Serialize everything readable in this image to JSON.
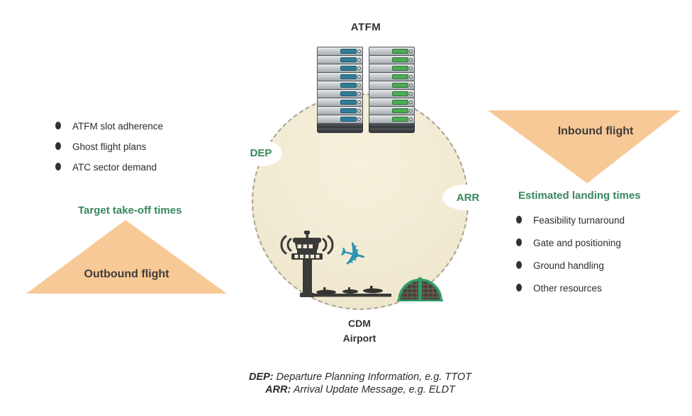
{
  "colors": {
    "orange": "#F7C996",
    "circle_fill": "#F2EBD4",
    "green": "#38875C",
    "rack_blue": "#2E7D9A",
    "rack_green": "#4BAE52",
    "plane_teal": "#2E93AE",
    "text_dark": "#333333"
  },
  "atfm": {
    "title": "ATFM"
  },
  "left_panel": {
    "bullets": [
      "ATFM slot adherence",
      "Ghost flight plans",
      "ATC sector demand"
    ],
    "highlight": "Target take-off times",
    "triangle_label": "Outbound flight"
  },
  "right_panel": {
    "triangle_label": "Inbound flight",
    "highlight": "Estimated landing times",
    "bullets": [
      "Feasibility turnaround",
      "Gate and positioning",
      "Ground handling",
      "Other resources"
    ]
  },
  "hub": {
    "dep_label": "DEP",
    "arr_label": "ARR",
    "cdm_line1": "CDM",
    "cdm_line2": "Airport"
  },
  "footnotes": [
    {
      "abbr": "DEP:",
      "text": "Departure Planning Information, e.g. TTOT"
    },
    {
      "abbr": "ARR:",
      "text": "Arrival Update Message, e.g. ELDT"
    }
  ],
  "icons": {
    "airplane_glyph": "✈"
  }
}
